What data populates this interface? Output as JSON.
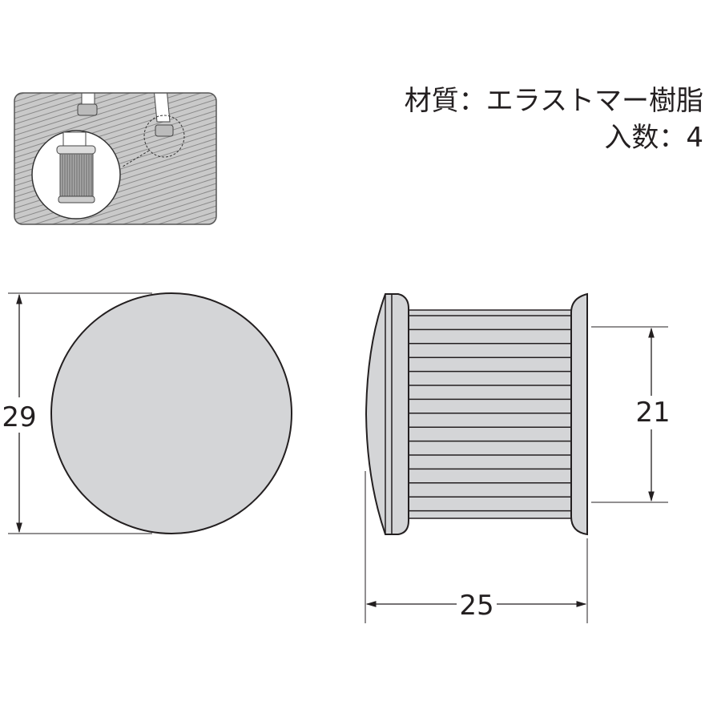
{
  "specs": {
    "material": "材質：エラストマー樹脂",
    "quantity": "入数：4"
  },
  "dimensions": {
    "front_diameter": "29",
    "side_inner_height": "21",
    "side_length": "25"
  },
  "colors": {
    "part_fill": "#d4d5d7",
    "outline": "#231f20",
    "floor": "#c9c9c9"
  }
}
